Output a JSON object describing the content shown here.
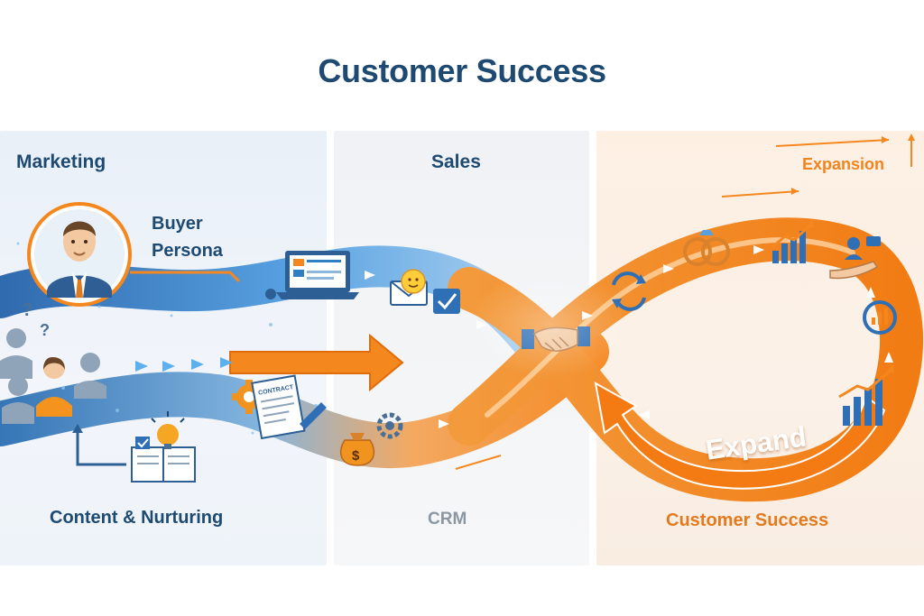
{
  "title": "Customer Success",
  "sections": {
    "marketing": "Marketing",
    "sales": "Sales",
    "expansion": "Expansion"
  },
  "labels": {
    "buyer_persona_line1": "Buyer",
    "buyer_persona_line2": "Persona",
    "content_nurturing": "Content & Nurturing",
    "crm": "CRM",
    "customer_success": "Customer Success",
    "expand": "Expand",
    "document_heading": "CONTRACT"
  },
  "colors": {
    "title": "#1e4a72",
    "blue_stream": "#2f7fc4",
    "orange_stream": "#f5871f",
    "expansion_label": "#f0841f"
  },
  "icons": [
    "buyer-persona-avatar",
    "prospect-people-group",
    "question-mark-icon",
    "laptop-dashboard-icon",
    "email-smiley-icon",
    "checkbox-icon",
    "handshake-icon",
    "sync-arrows-icon",
    "rings-icon",
    "growth-chart-icon",
    "customer-support-hand-icon",
    "refresh-chart-icon",
    "bar-chart-up-icon",
    "gear-icon",
    "contract-document-icon",
    "money-bag-icon",
    "lightbulb-book-icon"
  ]
}
